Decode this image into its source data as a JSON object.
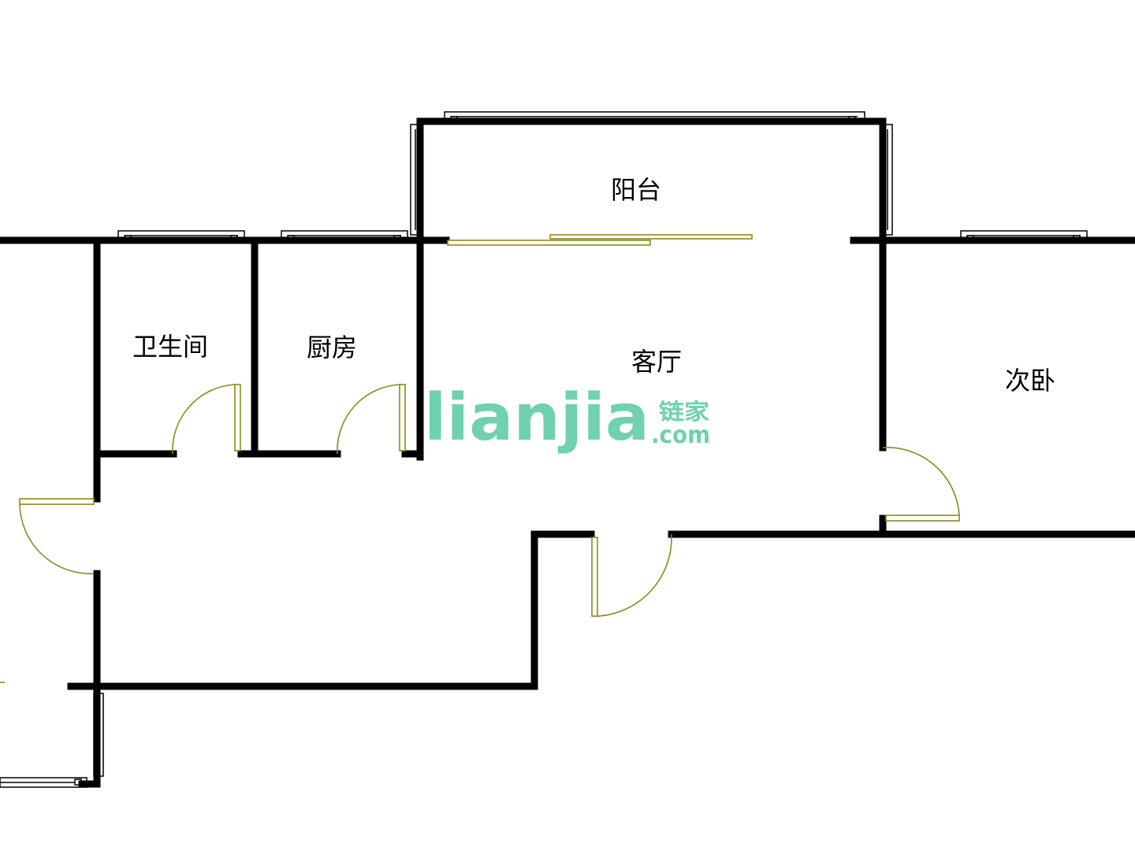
{
  "rooms": {
    "balcony": "阳台",
    "bathroom": "卫生间",
    "kitchen": "厨房",
    "living_room": "客厅",
    "second_bedroom": "次卧"
  },
  "watermark": {
    "brand": "lianjia",
    "brand_cn": "链家",
    "domain": ".com",
    "color": "#6fd1ae"
  },
  "colors": {
    "wall": "#000000",
    "door": "#8a8a1a",
    "background": "#ffffff"
  }
}
